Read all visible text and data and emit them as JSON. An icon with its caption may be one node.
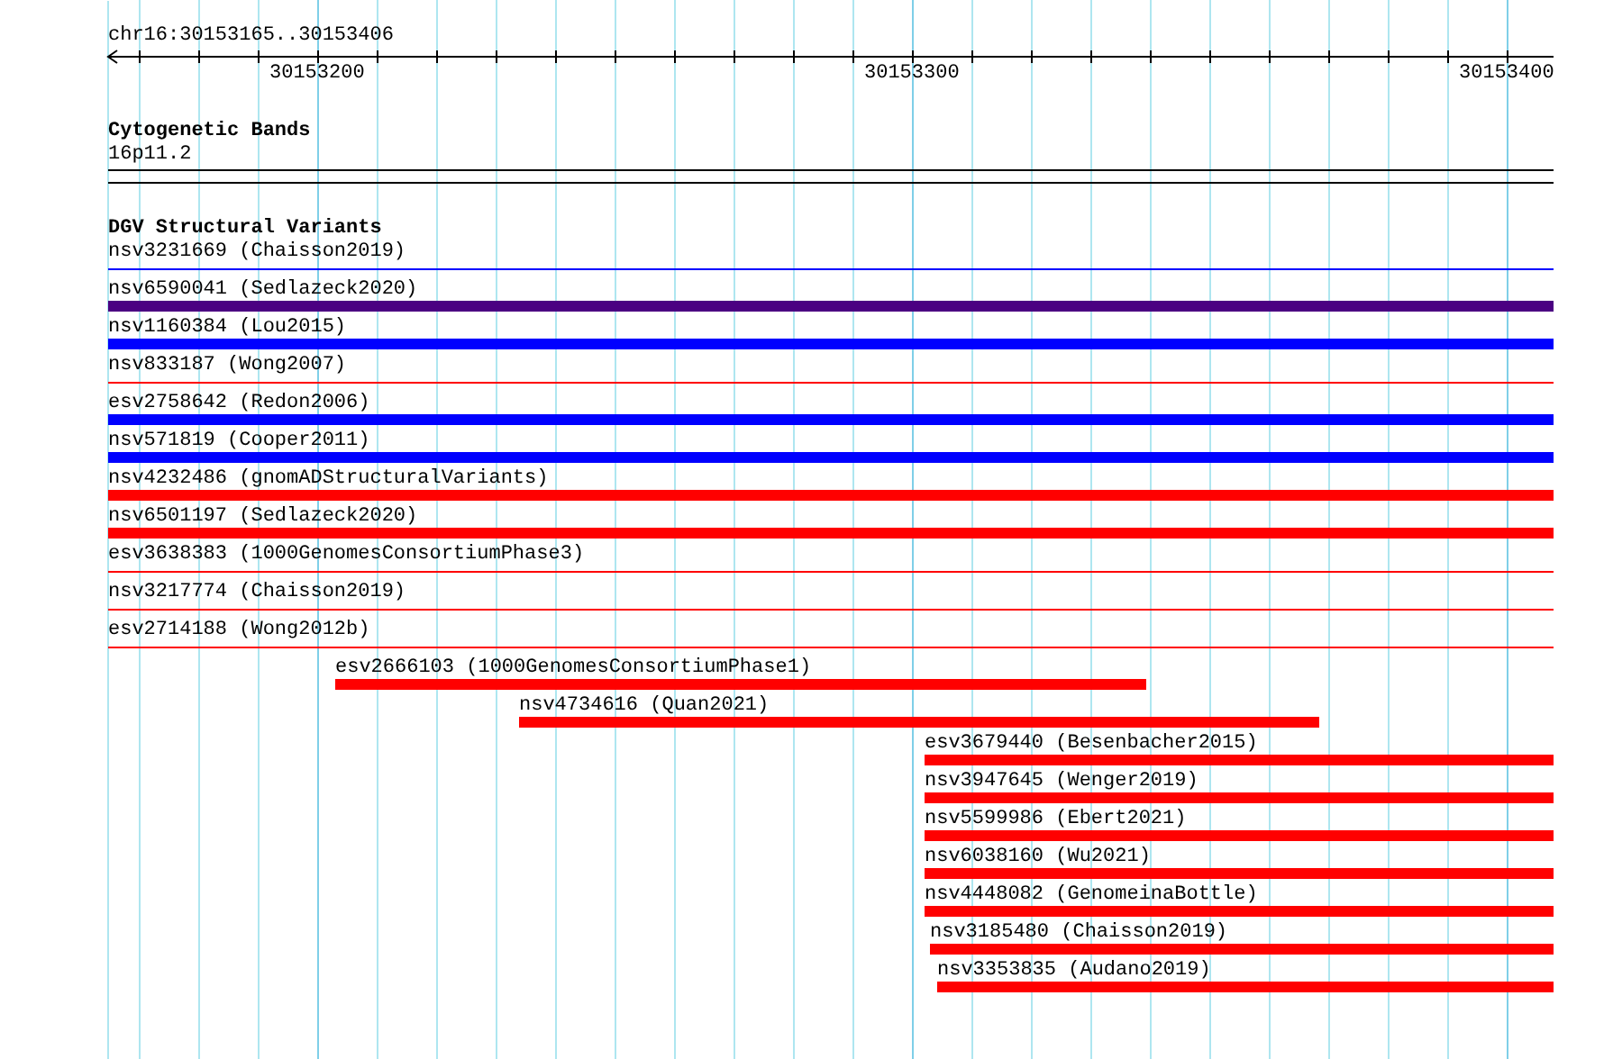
{
  "diagram": {
    "nodes": [
      {
        "text": [
          "nsv3231669 (Chaisson2019)"
        ]
      },
      {
        "text": [
          "nsv6590041 (Sedlazeck2020)"
        ]
      },
      {
        "text": [
          "nsv1160384 (Lou2015)"
        ]
      },
      {
        "text": [
          "nsv833187 (Wong2007)"
        ]
      },
      {
        "text": [
          "esv2758642 (Redon2006)"
        ]
      },
      {
        "text": [
          "nsv571819 (Cooper2011)"
        ]
      },
      {
        "text": [
          "nsv4232486 (gnomADStructuralVariants)"
        ]
      },
      {
        "text": [
          "nsv6501197 (Sedlazeck2020)"
        ]
      },
      {
        "text": [
          "esv3638383 (1000GenomesConsortiumPhase3)"
        ]
      },
      {
        "text": [
          "nsv3217774 (Chaisson2019)"
        ]
      },
      {
        "text": [
          "esv2714188 (Wong2012b)"
        ]
      },
      {
        "text": [
          "esv2666103 (1000GenomesConsortiumPhase1)"
        ]
      },
      {
        "text": [
          "nsv4734616 (Quan2021)"
        ]
      },
      {
        "text": [
          "esv3679440 (Besenbacher2015)"
        ]
      },
      {
        "text": [
          "nsv3947645 (Wenger2019)"
        ]
      },
      {
        "text": [
          "nsv5599986 (Ebert2021)"
        ]
      },
      {
        "text": [
          "nsv6038160 (Wu2021)"
        ]
      },
      {
        "text": [
          "nsv4448082 (GenomeinaBottle)"
        ]
      },
      {
        "text": [
          "nsv3185480 (Chaisson2019)"
        ]
      },
      {
        "text": [
          "nsv3353835 (Audano2019)"
        ]
      }
    ],
    "edges": [],
    "labels": [
      "chr16:30153165..30153406",
      "30153200",
      "30153300",
      "30153400",
      "Cytogenetic Bands",
      "16p11.2",
      "DGV Structural Variants"
    ]
  }
}
